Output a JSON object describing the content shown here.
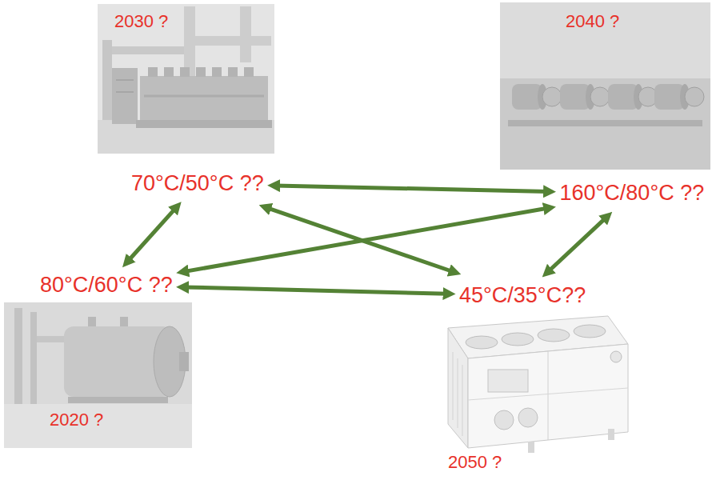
{
  "diagram": {
    "nodes": [
      {
        "text": [
          "2030 ?",
          "70°C/50°C ??"
        ]
      },
      {
        "text": [
          "2040 ?",
          "160°C/80°C ??"
        ]
      },
      {
        "text": [
          "80°C/60°C ??",
          "2020 ?"
        ]
      },
      {
        "text": [
          "45°C/35°C??",
          "2050 ?"
        ]
      }
    ],
    "edges": [
      {
        "from": 0,
        "to": 1,
        "arrow": "both"
      },
      {
        "from": 0,
        "to": 2,
        "arrow": "both"
      },
      {
        "from": 0,
        "to": 3,
        "arrow": "both"
      },
      {
        "from": 1,
        "to": 2,
        "arrow": "both"
      },
      {
        "from": 1,
        "to": 3,
        "arrow": "both"
      },
      {
        "from": 2,
        "to": 3,
        "arrow": "both"
      }
    ]
  }
}
